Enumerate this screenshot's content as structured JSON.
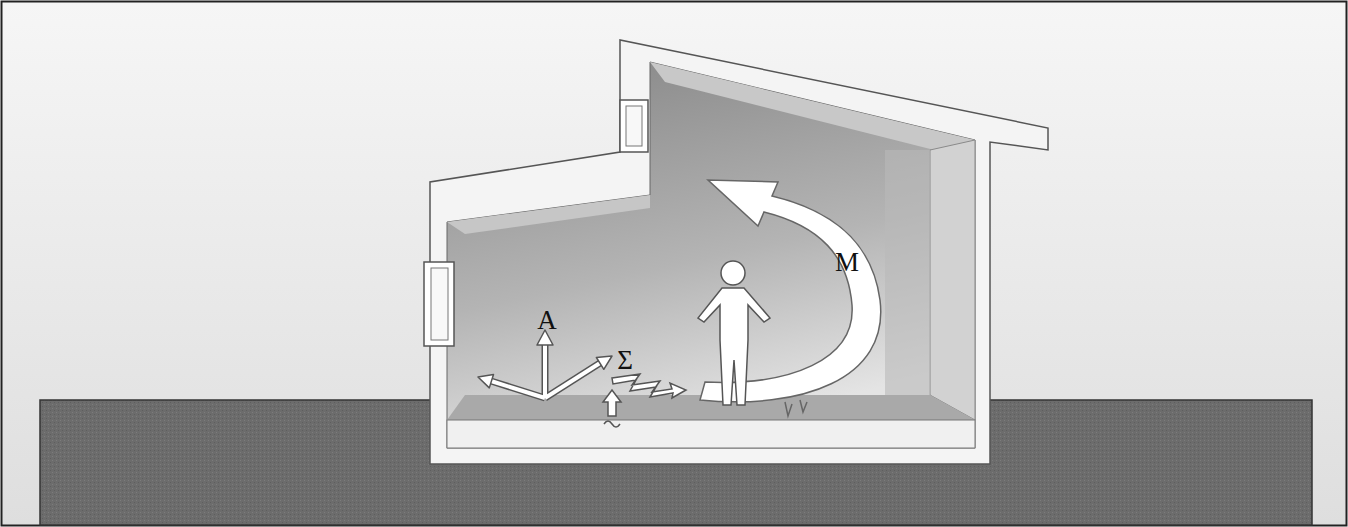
{
  "diagram": {
    "labels": [
      "Α",
      "Σ",
      "Μ"
    ]
  }
}
